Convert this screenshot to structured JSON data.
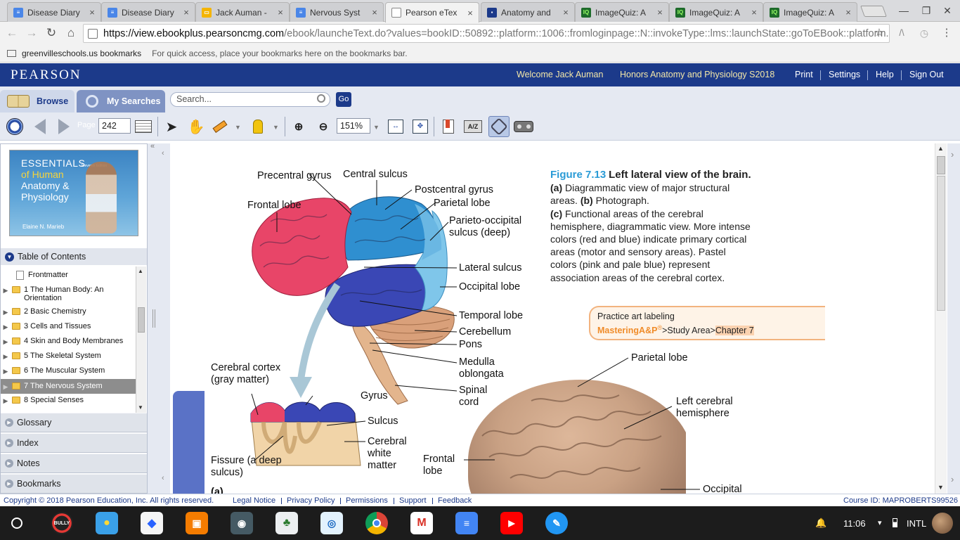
{
  "browser": {
    "tabs": [
      {
        "label": "Disease Diary",
        "favicon": "google-docs",
        "active": false
      },
      {
        "label": "Disease Diary",
        "favicon": "google-docs",
        "active": false
      },
      {
        "label": "Jack Auman -",
        "favicon": "google-slides",
        "active": false
      },
      {
        "label": "Nervous Syst",
        "favicon": "google-docs",
        "active": false
      },
      {
        "label": "Pearson eTex",
        "favicon": "page",
        "active": true
      },
      {
        "label": "Anatomy and",
        "favicon": "contact-card",
        "active": false
      },
      {
        "label": "ImageQuiz: A",
        "favicon": "imagequiz",
        "active": false
      },
      {
        "label": "ImageQuiz: A",
        "favicon": "imagequiz",
        "active": false
      },
      {
        "label": "ImageQuiz: A",
        "favicon": "imagequiz",
        "active": false
      }
    ],
    "tab_close": "×",
    "url_host": "https://view.ebookplus.pearsoncmg.com",
    "url_rest": "/ebook/launcheText.do?values=bookID::50892::platform::1006::fromloginpage::N::invokeType::lms::launchState::goToEBook::platform...",
    "bookmarks_folder": "greenvilleschools.us bookmarks",
    "bookmarks_hint": "For quick access, place your bookmarks here on the bookmarks bar."
  },
  "header": {
    "logo": "PEARSON",
    "welcome": "Welcome Jack Auman",
    "course": "Honors Anatomy and Physiology S2018",
    "nav": [
      "Print",
      "Settings",
      "Help",
      "Sign Out"
    ]
  },
  "search": {
    "browse_label": "Browse",
    "my_searches_label": "My Searches",
    "placeholder": "Search...",
    "go_label": "Go"
  },
  "reader_toolbar": {
    "page_label": "Page",
    "page_value": "242",
    "zoom_value": "151%"
  },
  "book": {
    "cover_title_line1": "ESSENTIALS",
    "cover_title_line2": "of Human",
    "cover_title_line3": "Anatomy & Physiology",
    "cover_edition": "Eleventh Edition",
    "cover_author": "Elaine N. Marieb"
  },
  "toc": {
    "header": "Table of Contents",
    "items": [
      {
        "label": "Frontmatter",
        "type": "page",
        "selected": false
      },
      {
        "label": "1 The Human Body: An Orientation",
        "type": "folder",
        "selected": false
      },
      {
        "label": "2 Basic Chemistry",
        "type": "folder",
        "selected": false
      },
      {
        "label": "3 Cells and Tissues",
        "type": "folder",
        "selected": false
      },
      {
        "label": "4 Skin and Body Membranes",
        "type": "folder",
        "selected": false
      },
      {
        "label": "5 The Skeletal System",
        "type": "folder",
        "selected": false
      },
      {
        "label": "6 The Muscular System",
        "type": "folder",
        "selected": false
      },
      {
        "label": "7 The Nervous System",
        "type": "folder",
        "selected": true
      },
      {
        "label": "8 Special Senses",
        "type": "folder",
        "selected": false
      }
    ]
  },
  "sidebar_sections": [
    "Glossary",
    "Index",
    "Notes",
    "Bookmarks"
  ],
  "figure": {
    "labels": {
      "precentral_gyrus": "Precentral gyrus",
      "central_sulcus": "Central sulcus",
      "postcentral_gyrus": "Postcentral gyrus",
      "frontal_lobe": "Frontal lobe",
      "parietal_lobe": "Parietal lobe",
      "parieto_occipital": "Parieto-occipital sulcus (deep)",
      "lateral_sulcus": "Lateral sulcus",
      "occipital_lobe": "Occipital lobe",
      "temporal_lobe": "Temporal lobe",
      "cerebellum": "Cerebellum",
      "pons": "Pons",
      "medulla_oblongata": "Medulla oblongata",
      "spinal_cord": "Spinal cord",
      "cerebral_cortex": "Cerebral cortex (gray matter)",
      "gyrus": "Gyrus",
      "sulcus": "Sulcus",
      "cerebral_white_matter": "Cerebral white matter",
      "fissure": "Fissure (a deep sulcus)",
      "photo_parietal_lobe": "Parietal lobe",
      "photo_left_hemisphere": "Left cerebral hemisphere",
      "photo_frontal_lobe": "Frontal lobe",
      "photo_occipital": "Occipital",
      "panel_a": "(a)"
    },
    "caption": {
      "number": "Figure 7.13",
      "title": "Left lateral view of the brain.",
      "part_a_tag": "(a)",
      "part_a": "Diagrammatic view of major structural areas.",
      "part_b_tag": "(b)",
      "part_b": "Photograph.",
      "part_c_tag": "(c)",
      "part_c": "Functional areas of the cerebral hemisphere, diagrammatic view. More intense colors (red and blue) indicate primary cortical areas (motor and sensory areas). Pastel colors (pink and pale blue) represent association areas of the cerebral cortex."
    },
    "practice": {
      "title": "Practice art labeling",
      "brand": "MasteringA&P",
      "path_mid": ">Study Area>",
      "path_chapter": "Chapter 7"
    }
  },
  "footer": {
    "copyright": "Copyright © 2018 Pearson Education, Inc. All rights reserved.",
    "links": [
      "Legal Notice",
      "Privacy Policy",
      "Permissions",
      "Support",
      "Feedback"
    ],
    "course_id": "Course ID: MAPROBERTS99526"
  },
  "shelf": {
    "apps": [
      "bully",
      "lightbulb",
      "app-diamond",
      "app-orange",
      "app-camera",
      "app-tree",
      "app-owl",
      "chrome",
      "gmail",
      "docs",
      "youtube",
      "app-pen"
    ],
    "time": "11:06",
    "ime": "INTL"
  },
  "colors": {
    "pearson_blue": "#1c3a8a",
    "header_link": "#f3e7a8",
    "caption_blue": "#2a9bd6",
    "frontal_red": "#e84568",
    "parietal_blue": "#2f8fd0",
    "temporal_blue": "#3a47b5",
    "occipital_pale": "#7fc6ea",
    "cerebellum_tan": "#dba37b"
  }
}
